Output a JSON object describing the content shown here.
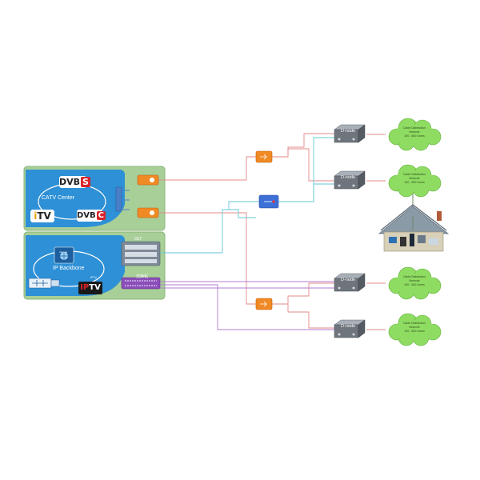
{
  "catv_center": {
    "title": "CATV Center",
    "logos": {
      "dvb_s": "DVB",
      "dvb_s_suffix": "S",
      "itv_mark": "i",
      "itv_text": "TV",
      "dvb_c": "DVB",
      "dvb_c_suffix": "C"
    }
  },
  "ip_backbone": {
    "title": "IP Backbone",
    "internet_label": "Internet",
    "iptv_mark": "IP",
    "iptv_text": "TV",
    "iptv_small": "IPTV"
  },
  "equipment": {
    "olt": "OLT",
    "switch": "交换机"
  },
  "dnodes": [
    {
      "label": "D-node"
    },
    {
      "label": "D-node"
    },
    {
      "label": "D-node"
    },
    {
      "label": "D-node"
    }
  ],
  "clouds": [
    {
      "line1": "Cable Distribution",
      "line2": "Network",
      "line3": "100 - 500  Users"
    },
    {
      "line1": "Cable Distribution",
      "line2": "Network",
      "line3": "100 - 500  Users"
    },
    {
      "line1": "Cable Distribution",
      "line2": "Network",
      "line3": "100 - 500  Users"
    },
    {
      "line1": "Cable Distribution",
      "line2": "Network",
      "line3": "100 - 500  Users"
    }
  ],
  "colors": {
    "panel_green": "#a8cf98",
    "panel_border": "#8ab57a",
    "blue_area": "#2e90d6",
    "link_red": "#e58a8a",
    "link_cyan": "#63c6d8",
    "link_purple": "#b07ad0",
    "amplifier": "#f08a24",
    "cloud": "#8fdc62",
    "house_roof": "#8a9aa6",
    "house_wall": "#d8d0b8"
  }
}
